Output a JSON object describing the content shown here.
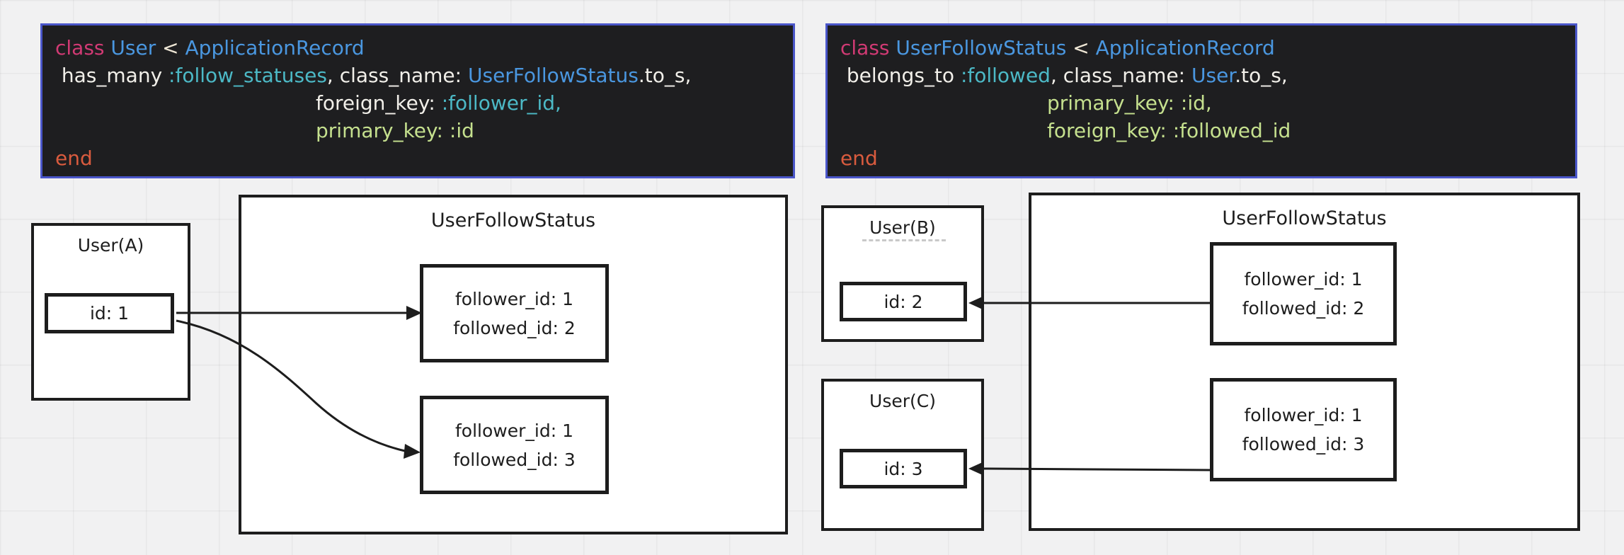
{
  "colors": {
    "canvas_bg": "#f1f1f2",
    "code_bg": "#1e1e20",
    "code_border": "#4a56c9",
    "token_keyword_pink": "#d13a74",
    "token_class_blue": "#4a97e0",
    "token_symbol_teal": "#4cb9c6",
    "token_value_green": "#c5e08e",
    "token_end_orange": "#d95b3e",
    "token_plain": "#f1efe9",
    "shape_stroke": "#1d1d1d",
    "shape_fill": "#ffffff"
  },
  "code_left": {
    "l1_kw": "class ",
    "l1_cls1": "User",
    "l1_op": " < ",
    "l1_cls2": "ApplicationRecord",
    "l2_p1": " has_many ",
    "l2_sym": ":follow_statuses",
    "l2_p2": ", class_name: ",
    "l2_cls": "UserFollowStatus",
    "l2_p3": ".to_s,",
    "l3_p1": "foreign_key: ",
    "l3_sym": ":follower_id,",
    "l4_val": "primary_key: :id",
    "l5_end": "end"
  },
  "code_right": {
    "l1_kw": "class ",
    "l1_cls1": "UserFollowStatus",
    "l1_op": " < ",
    "l1_cls2": "ApplicationRecord",
    "l2_p1": " belongs_to ",
    "l2_sym": ":followed",
    "l2_p2": ", class_name: ",
    "l2_cls": "User",
    "l2_p3": ".to_s,",
    "l3_val": "primary_key: :id,",
    "l4_val": "foreign_key: :followed_id",
    "l5_end": "end"
  },
  "diagram_left": {
    "user_title": "User(A)",
    "user_field": "id: 1",
    "ufs_title": "UserFollowStatus",
    "rec1_line1": "follower_id: 1",
    "rec1_line2": "followed_id: 2",
    "rec2_line1": "follower_id: 1",
    "rec2_line2": "followed_id: 3"
  },
  "diagram_right": {
    "userB_title": "User(B)",
    "userB_field": "id: 2",
    "userC_title": "User(C)",
    "userC_field": "id: 3",
    "ufs_title": "UserFollowStatus",
    "rec1_line1": "follower_id: 1",
    "rec1_line2": "followed_id: 2",
    "rec2_line1": "follower_id: 1",
    "rec2_line2": "followed_id: 3"
  }
}
